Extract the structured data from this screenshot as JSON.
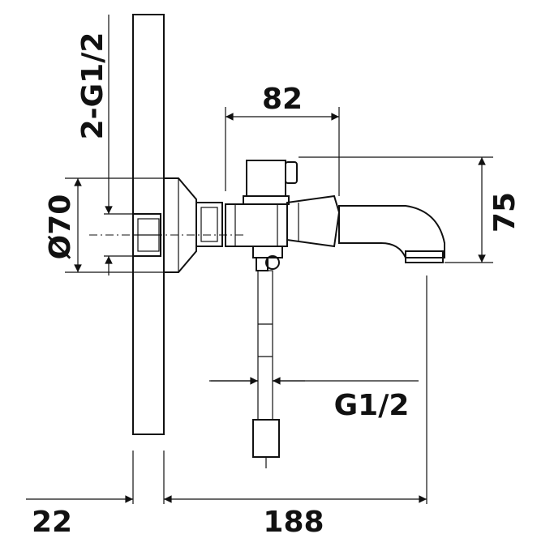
{
  "drawing": {
    "dimensions": {
      "thread_wall": "2-G1/2",
      "diameter": "Ø70",
      "spout_height": "75",
      "body_width": "82",
      "shower_thread": "G1/2",
      "wall_thickness": "22",
      "projection": "188"
    },
    "colors": {
      "ink": "#111111",
      "background": "#ffffff"
    }
  }
}
